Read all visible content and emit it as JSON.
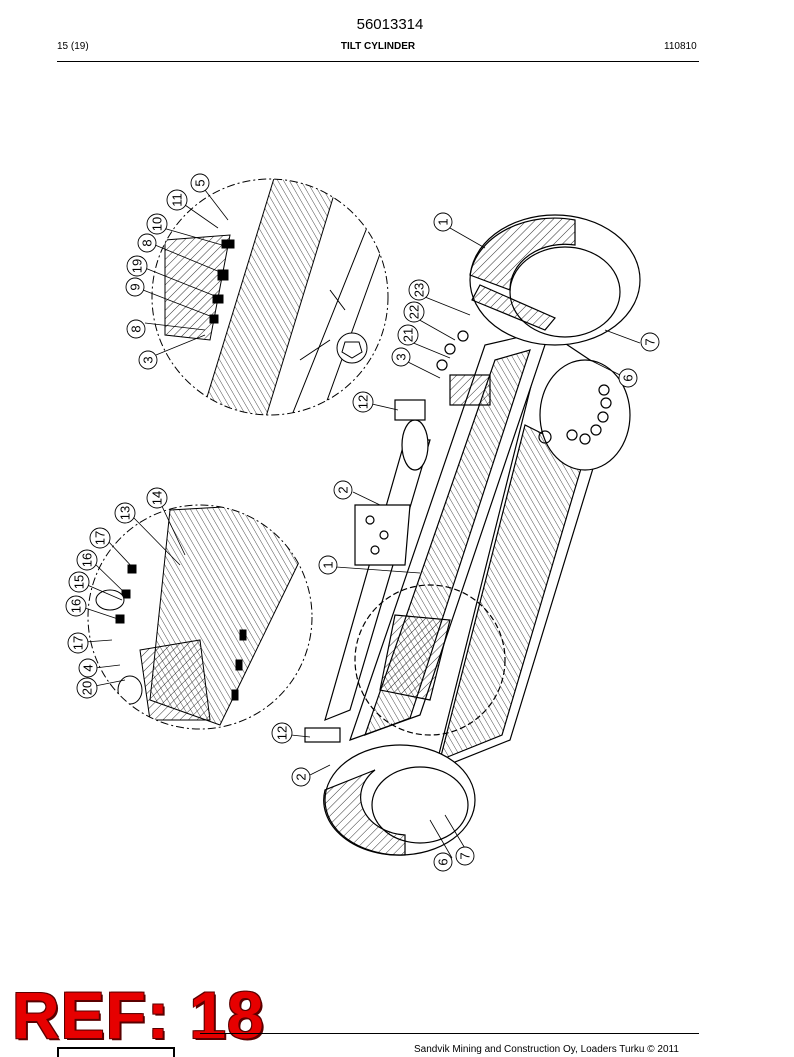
{
  "header": {
    "doc_number": "56013314",
    "page_number": "15 (19)",
    "title": "TILT CYLINDER",
    "date_code": "110810"
  },
  "footer": {
    "copyright": "Sandvik Mining and Construction Oy, Loaders Turku © 2011"
  },
  "ref_stamp": "REF: 18",
  "callouts": {
    "c1a": "1",
    "c2a": "2",
    "c3a": "3",
    "c3b": "3",
    "c4": "4",
    "c5": "5",
    "c6a": "6",
    "c6b": "6",
    "c7a": "7",
    "c7b": "7",
    "c8a": "8",
    "c8b": "8",
    "c9": "9",
    "c10": "10",
    "c11": "11",
    "c12a": "12",
    "c12b": "12",
    "c13": "13",
    "c14": "14",
    "c15": "15",
    "c16a": "16",
    "c16b": "16",
    "c17a": "17",
    "c17b": "17",
    "c19": "19",
    "c20": "20",
    "c21": "21",
    "c22": "22",
    "c23": "23",
    "c1b": "1",
    "c2b": "2"
  }
}
